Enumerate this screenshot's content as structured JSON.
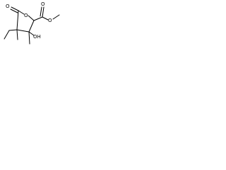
{
  "figure": {
    "type": "chemical-structure",
    "atom_labels": {
      "carbonyl_oxygen": "O",
      "ring_oxygen": "O",
      "ester_carbonyl_oxygen": "O",
      "ester_alkoxy_oxygen": "O",
      "hydroxyl": "OH"
    }
  }
}
